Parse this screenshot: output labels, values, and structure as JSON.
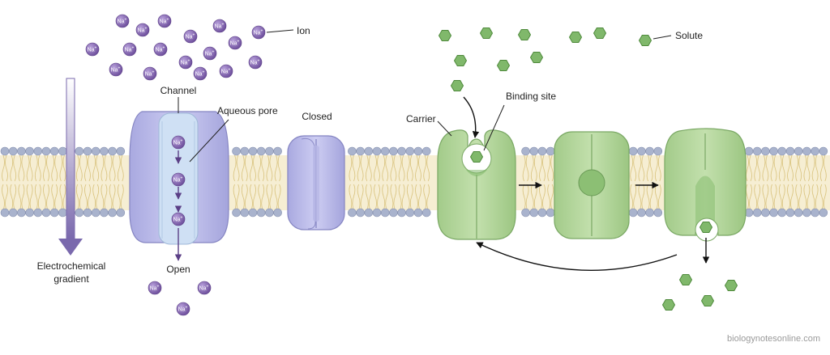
{
  "labels": {
    "ion": "Ion",
    "solute": "Solute",
    "channel": "Channel",
    "aqueous_pore": "Aqueous pore",
    "closed": "Closed",
    "open": "Open",
    "carrier": "Carrier",
    "binding_site": "Binding site",
    "gradient_line1": "Electrochemical",
    "gradient_line2": "gradient"
  },
  "ion_symbol": "Na",
  "ion_charge": "+",
  "watermark": "biologynotesonline.com",
  "colors": {
    "ion": "#7a5aa6",
    "channel": "#b8b8e8",
    "channel_pore": "#cfe0f4",
    "carrier": "#a9cf8f",
    "solute": "#7fb86a",
    "lipid_head": "#a7b2cc",
    "lipid_tail": "#e6d49a",
    "gradient_arrow": "#7a69ad"
  }
}
